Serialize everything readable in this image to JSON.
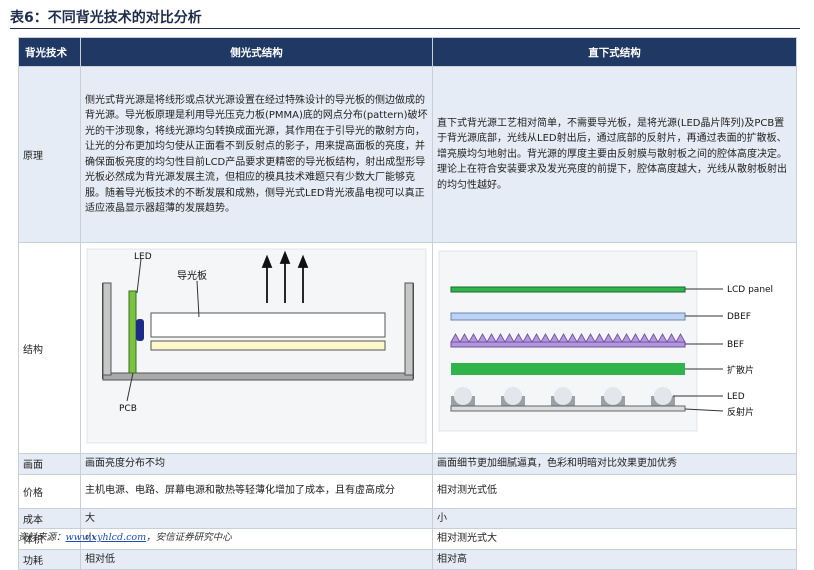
{
  "caption": "表6：不同背光技术的对比分析",
  "table": {
    "headers": [
      "背光技术",
      "侧光式结构",
      "直下式结构"
    ],
    "principle": {
      "label": "原理",
      "side": "侧光式背光源是将线形或点状光源设置在经过特殊设计的导光板的侧边做成的背光源。导光板原理是利用导光压克力板(PMMA)底的网点分布(pattern)破坏光的干涉现象，将线光源均匀转换成面光源，其作用在于引导光的散射方向，让光的分布更加均匀使从正面看不到反射点的影子，用来提高面板的亮度，并确保面板亮度的均匀性目前LCD产品要求更精密的导光板结构，射出成型形导光板必然成为背光源发展主流，但相应的模具技术难题只有少数大厂能够克服。随着导光板技术的不断发展和成熟，侧导光式LED背光液晶电视可以真正适应液晶显示器超薄的发展趋势。",
      "direct": "直下式背光源工艺相对简单，不需要导光板，是将光源(LED晶片阵列)及PCB置于背光源底部，光线从LED射出后，通过底部的反射片，再通过表面的扩散板、增亮膜均匀地射出。背光源的厚度主要由反射膜与散射板之间的腔体高度决定。理论上在符合安装要求及发光亮度的前提下，腔体高度越大，光线从散射板射出的均匀性越好。"
    },
    "structure": {
      "label": "结构",
      "side_labels": {
        "led": "LED",
        "light_guide": "导光板",
        "pcb": "PCB"
      },
      "direct_labels": {
        "lcd_panel": "LCD panel",
        "dbef": "DBEF",
        "bef": "BEF",
        "diffuser": "扩散片",
        "led": "LED",
        "reflector": "反射片"
      }
    },
    "rows": [
      {
        "label": "画面",
        "side": "画面亮度分布不均",
        "direct": "画面细节更加细腻逼真，色彩和明暗对比效果更加优秀"
      },
      {
        "label": "价格",
        "side": "主机电源、电路、屏幕电源和散热等轻薄化增加了成本，且有虚高成分",
        "direct": "相对测光式低"
      },
      {
        "label": "成本",
        "side": "大",
        "direct": "小"
      },
      {
        "label": "体积",
        "side": "小",
        "direct": "相对测光式大"
      },
      {
        "label": "功耗",
        "side": "相对低",
        "direct": "相对高"
      }
    ]
  },
  "source": {
    "prefix": "资料来源：",
    "link": "www.xyhlcd.com",
    "suffix": "，安信证券研究中心"
  },
  "colors": {
    "header_bg": "#1f3864",
    "row_shade": "#e6ecf5",
    "diffuser_green": "#2fb34a",
    "led_green": "#7cc242",
    "led_blue": "#1e2a8a",
    "dbef_fill": "#bcd3f2",
    "bef_fill": "#b497db"
  }
}
